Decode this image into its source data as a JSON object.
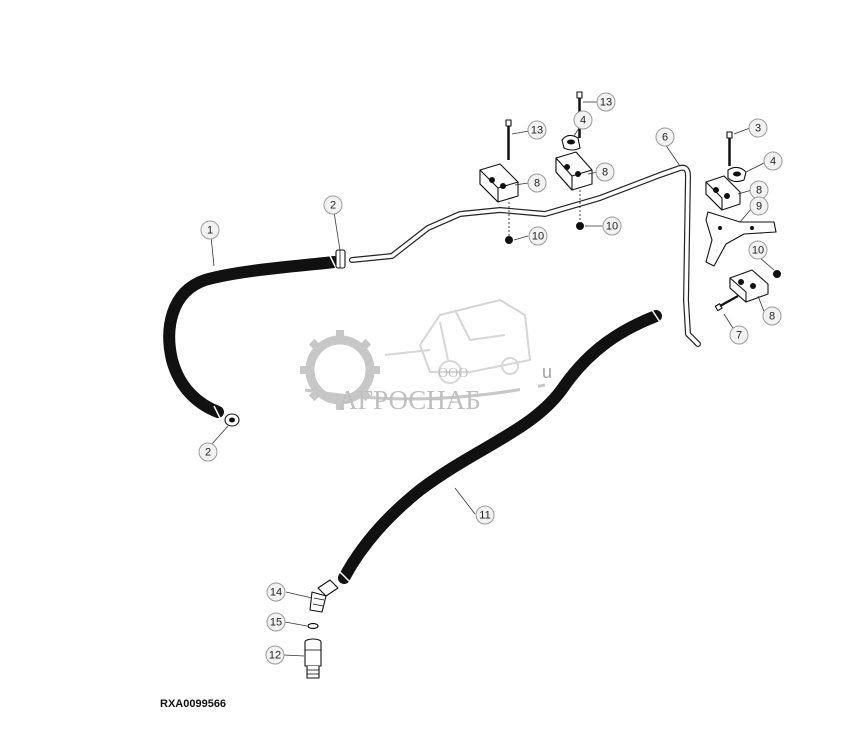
{
  "figure_code": "RXA0099566",
  "watermark": {
    "company_prefix": "ООО",
    "company_name": "АГРОСНАБ",
    "fragment": "u"
  },
  "callouts": [
    {
      "id": "c1",
      "label": "1"
    },
    {
      "id": "c2a",
      "label": "2"
    },
    {
      "id": "c2b",
      "label": "2"
    },
    {
      "id": "c3",
      "label": "3"
    },
    {
      "id": "c4a",
      "label": "4"
    },
    {
      "id": "c4b",
      "label": "4"
    },
    {
      "id": "c6",
      "label": "6"
    },
    {
      "id": "c7",
      "label": "7"
    },
    {
      "id": "c8a",
      "label": "8"
    },
    {
      "id": "c8b",
      "label": "8"
    },
    {
      "id": "c8c",
      "label": "8"
    },
    {
      "id": "c8d",
      "label": "8"
    },
    {
      "id": "c9",
      "label": "9"
    },
    {
      "id": "c10a",
      "label": "10"
    },
    {
      "id": "c10b",
      "label": "10"
    },
    {
      "id": "c10c",
      "label": "10"
    },
    {
      "id": "c11",
      "label": "11"
    },
    {
      "id": "c12",
      "label": "12"
    },
    {
      "id": "c13a",
      "label": "13"
    },
    {
      "id": "c13b",
      "label": "13"
    },
    {
      "id": "c14",
      "label": "14"
    },
    {
      "id": "c15",
      "label": "15"
    }
  ]
}
